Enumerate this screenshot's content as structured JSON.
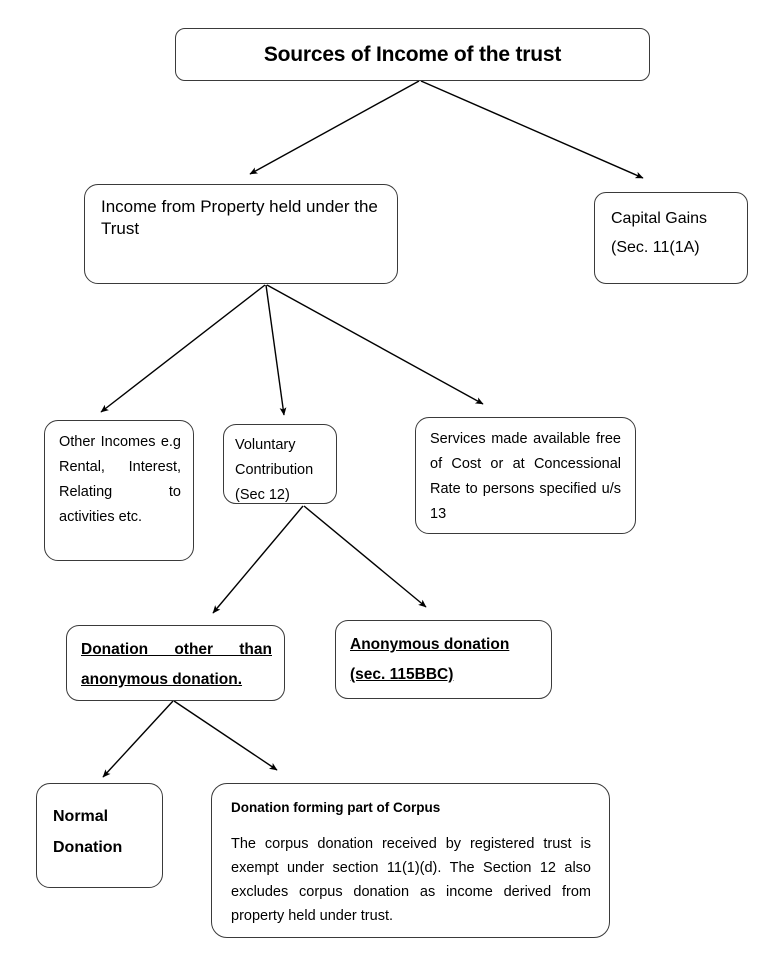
{
  "diagram": {
    "title": "Sources of Income of the trust",
    "nodes": {
      "root": {
        "label": "Sources of Income of the trust"
      },
      "income_from_property": {
        "label": "Income from Property held under the Trust"
      },
      "capital_gains": {
        "label": "Capital Gains (Sec. 11(1A)"
      },
      "other_incomes": {
        "label": "Other Incomes e.g Rental, Interest, Relating to activities etc."
      },
      "voluntary_contribution": {
        "label": "Voluntary Contribution (Sec 12)"
      },
      "services_free": {
        "label": "Services made available free of Cost or at Concessional Rate to persons specified u/s 13"
      },
      "donation_other_than_anonymous": {
        "label": "Donation other than anonymous donation."
      },
      "anonymous_donation": {
        "label": "Anonymous donation (sec. 115BBC)"
      },
      "normal_donation": {
        "label": "Normal Donation"
      },
      "corpus_donation": {
        "heading": "Donation forming part of Corpus",
        "body": "The corpus donation received by registered trust is exempt under section 11(1)(d). The Section 12 also excludes corpus donation as income derived from property held under trust."
      }
    },
    "colors": {
      "background": "#ffffff",
      "text": "#000000",
      "border": "#3a3a3a",
      "connector": "#000000"
    },
    "connectors": [
      {
        "from": "root",
        "to": "income_from_property"
      },
      {
        "from": "root",
        "to": "capital_gains"
      },
      {
        "from": "income_from_property",
        "to": "other_incomes"
      },
      {
        "from": "income_from_property",
        "to": "voluntary_contribution"
      },
      {
        "from": "income_from_property",
        "to": "services_free"
      },
      {
        "from": "voluntary_contribution",
        "to": "donation_other_than_anonymous"
      },
      {
        "from": "voluntary_contribution",
        "to": "anonymous_donation"
      },
      {
        "from": "donation_other_than_anonymous",
        "to": "normal_donation"
      },
      {
        "from": "donation_other_than_anonymous",
        "to": "corpus_donation"
      }
    ]
  }
}
